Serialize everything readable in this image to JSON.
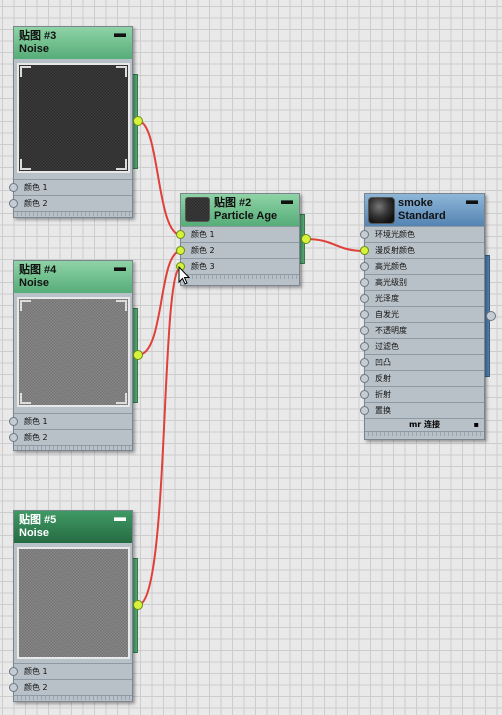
{
  "nodes": {
    "map3": {
      "title": "贴图 #3",
      "subtitle": "Noise",
      "minimize": "▬",
      "inputs": [
        "颜色 1",
        "颜色 2"
      ]
    },
    "map4": {
      "title": "贴图 #4",
      "subtitle": "Noise",
      "minimize": "▬",
      "inputs": [
        "颜色 1",
        "颜色 2"
      ]
    },
    "map5": {
      "title": "贴图 #5",
      "subtitle": "Noise",
      "minimize": "▬",
      "inputs": [
        "颜色 1",
        "颜色 2"
      ]
    },
    "map2": {
      "title": "贴图 #2",
      "subtitle": "Particle Age",
      "minimize": "▬",
      "inputs": [
        "颜色 1",
        "颜色 2",
        "颜色 3"
      ]
    },
    "smoke": {
      "title": "smoke",
      "subtitle": "Standard",
      "minimize": "▬",
      "inputs": [
        "环境光颜色",
        "漫反射颜色",
        "高光颜色",
        "高光级别",
        "光泽度",
        "自发光",
        "不透明度",
        "过滤色",
        "凹凸",
        "反射",
        "折射",
        "置换"
      ],
      "footer": "mr 连接",
      "footer_icon": "▪"
    }
  },
  "colors": {
    "wire": "#e0403a",
    "socket_on": "#d6f23a",
    "header_green": "#56ad78",
    "header_blue": "#5484b2"
  }
}
